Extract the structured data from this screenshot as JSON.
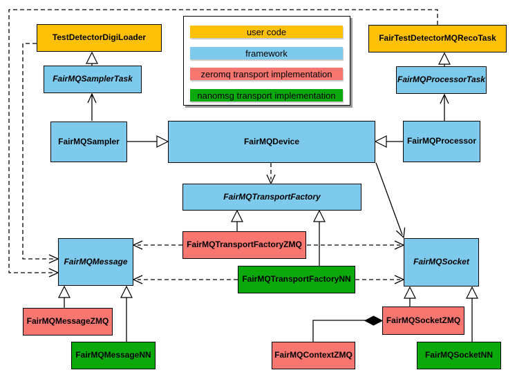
{
  "colors": {
    "user_code": "#FFC107",
    "framework": "#7ECAED",
    "zeromq": "#F7766F",
    "nanomsg": "#0CA90C"
  },
  "legend": {
    "items": [
      {
        "label": "user code",
        "color": "#FFC107"
      },
      {
        "label": "framework",
        "color": "#7ECAED"
      },
      {
        "label": "zeromq transport implementation",
        "color": "#F7766F"
      },
      {
        "label": "nanomsg transport implementation",
        "color": "#0CA90C"
      }
    ]
  },
  "nodes": {
    "test_detector_digi_loader": {
      "label": "TestDetectorDigiLoader",
      "category": "user code",
      "abstract": false
    },
    "fair_test_detector_mq_reco_task": {
      "label": "FairTestDetectorMQRecoTask",
      "category": "user code",
      "abstract": false
    },
    "fair_mq_sampler_task": {
      "label": "FairMQSamplerTask",
      "category": "framework",
      "abstract": true
    },
    "fair_mq_processor_task": {
      "label": "FairMQProcessorTask",
      "category": "framework",
      "abstract": true
    },
    "fair_mq_sampler": {
      "label": "FairMQSampler",
      "category": "framework",
      "abstract": false
    },
    "fair_mq_device": {
      "label": "FairMQDevice",
      "category": "framework",
      "abstract": false
    },
    "fair_mq_processor": {
      "label": "FairMQProcessor",
      "category": "framework",
      "abstract": false
    },
    "fair_mq_transport_factory": {
      "label": "FairMQTransportFactory",
      "category": "framework",
      "abstract": true
    },
    "fair_mq_transport_factory_zmq": {
      "label": "FairMQTransportFactoryZMQ",
      "category": "zeromq",
      "abstract": false
    },
    "fair_mq_transport_factory_nn": {
      "label": "FairMQTransportFactoryNN",
      "category": "nanomsg",
      "abstract": false
    },
    "fair_mq_message": {
      "label": "FairMQMessage",
      "category": "framework",
      "abstract": true
    },
    "fair_mq_socket": {
      "label": "FairMQSocket",
      "category": "framework",
      "abstract": true
    },
    "fair_mq_message_zmq": {
      "label": "FairMQMessageZMQ",
      "category": "zeromq",
      "abstract": false
    },
    "fair_mq_message_nn": {
      "label": "FairMQMessageNN",
      "category": "nanomsg",
      "abstract": false
    },
    "fair_mq_context_zmq": {
      "label": "FairMQContextZMQ",
      "category": "zeromq",
      "abstract": false
    },
    "fair_mq_socket_zmq": {
      "label": "FairMQSocketZMQ",
      "category": "zeromq",
      "abstract": false
    },
    "fair_mq_socket_nn": {
      "label": "FairMQSocketNN",
      "category": "nanomsg",
      "abstract": false
    }
  },
  "edges": [
    {
      "from": "FairMQSamplerTask",
      "to": "TestDetectorDigiLoader",
      "type": "inheritance"
    },
    {
      "from": "FairMQSampler",
      "to": "FairMQSamplerTask",
      "type": "association"
    },
    {
      "from": "FairMQSampler",
      "to": "FairMQDevice",
      "type": "inheritance"
    },
    {
      "from": "FairMQProcessorTask",
      "to": "FairTestDetectorMQRecoTask",
      "type": "inheritance"
    },
    {
      "from": "FairMQProcessor",
      "to": "FairMQProcessorTask",
      "type": "association"
    },
    {
      "from": "FairMQProcessor",
      "to": "FairMQDevice",
      "type": "inheritance"
    },
    {
      "from": "FairMQDevice",
      "to": "FairMQTransportFactory",
      "type": "dependency"
    },
    {
      "from": "FairMQDevice",
      "to": "FairMQSocket",
      "type": "association"
    },
    {
      "from": "TestDetectorDigiLoader",
      "to": "FairMQMessage",
      "type": "dependency"
    },
    {
      "from": "FairTestDetectorMQRecoTask",
      "to": "FairMQMessage",
      "type": "dependency"
    },
    {
      "from": "FairMQTransportFactoryZMQ",
      "to": "FairMQTransportFactory",
      "type": "inheritance"
    },
    {
      "from": "FairMQTransportFactoryNN",
      "to": "FairMQTransportFactory",
      "type": "inheritance"
    },
    {
      "from": "FairMQTransportFactoryZMQ",
      "to": "FairMQMessage",
      "type": "dependency"
    },
    {
      "from": "FairMQTransportFactoryZMQ",
      "to": "FairMQSocket",
      "type": "dependency"
    },
    {
      "from": "FairMQTransportFactoryNN",
      "to": "FairMQMessage",
      "type": "dependency"
    },
    {
      "from": "FairMQTransportFactoryNN",
      "to": "FairMQSocket",
      "type": "dependency"
    },
    {
      "from": "FairMQMessageZMQ",
      "to": "FairMQMessage",
      "type": "inheritance"
    },
    {
      "from": "FairMQMessageNN",
      "to": "FairMQMessage",
      "type": "inheritance"
    },
    {
      "from": "FairMQSocketZMQ",
      "to": "FairMQSocket",
      "type": "inheritance"
    },
    {
      "from": "FairMQSocketNN",
      "to": "FairMQSocket",
      "type": "inheritance"
    },
    {
      "from": "FairMQContextZMQ",
      "to": "FairMQSocketZMQ",
      "type": "composition"
    }
  ]
}
